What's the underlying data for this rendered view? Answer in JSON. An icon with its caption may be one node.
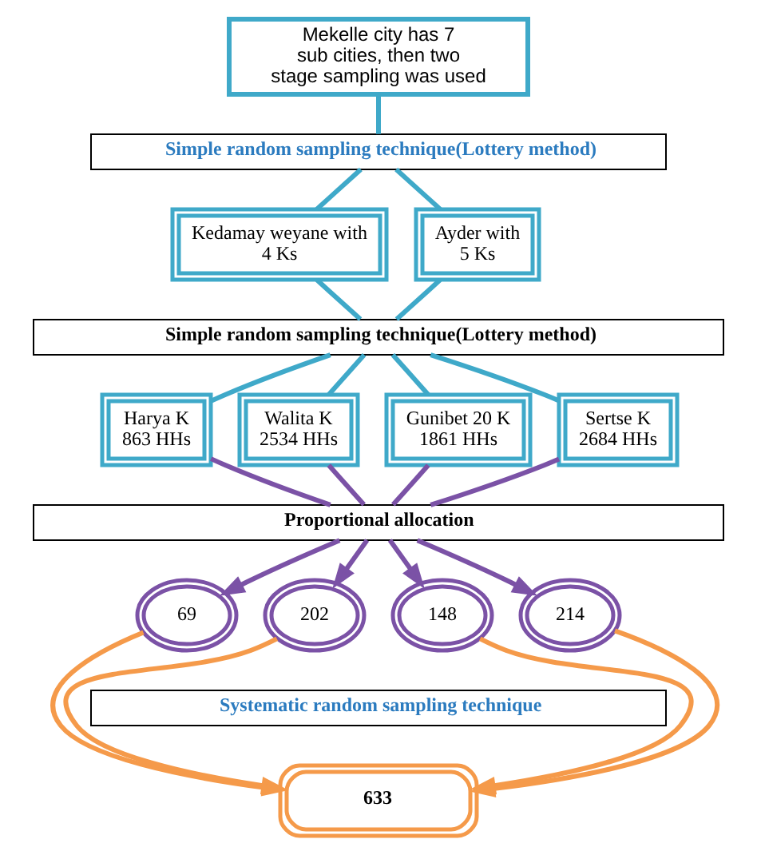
{
  "diagram": {
    "nodes": [
      {
        "text": [
          "Mekelle city has 7 sub cities, then two stage sampling was used"
        ]
      },
      {
        "text": [
          "Simple random sampling technique(Lottery method)"
        ]
      },
      {
        "text": [
          "Kedamay weyane with 4 Ks"
        ]
      },
      {
        "text": [
          "Ayder with 5 Ks"
        ]
      },
      {
        "text": [
          "Simple random sampling technique(Lottery method)"
        ]
      },
      {
        "text": [
          "Harya K 863 HHs"
        ]
      },
      {
        "text": [
          "Walita K 2534 HHs"
        ]
      },
      {
        "text": [
          "Gunibet 20 K 1861 HHs"
        ]
      },
      {
        "text": [
          "Sertse K 2684 HHs"
        ]
      },
      {
        "text": [
          "Proportional allocation"
        ]
      },
      {
        "text": [
          "69"
        ]
      },
      {
        "text": [
          "202"
        ]
      },
      {
        "text": [
          "148"
        ]
      },
      {
        "text": [
          "214"
        ]
      },
      {
        "text": [
          "Systematic random sampling technique"
        ]
      },
      {
        "text": [
          "633"
        ]
      }
    ],
    "edges": [
      {
        "from": 0,
        "to": 1,
        "arrow": "none"
      },
      {
        "from": 1,
        "to": 2,
        "arrow": "none"
      },
      {
        "from": 1,
        "to": 3,
        "arrow": "none"
      },
      {
        "from": 2,
        "to": 4,
        "arrow": "none"
      },
      {
        "from": 3,
        "to": 4,
        "arrow": "none"
      },
      {
        "from": 4,
        "to": 5,
        "arrow": "none"
      },
      {
        "from": 4,
        "to": 6,
        "arrow": "none"
      },
      {
        "from": 4,
        "to": 7,
        "arrow": "none"
      },
      {
        "from": 4,
        "to": 8,
        "arrow": "none"
      },
      {
        "from": 5,
        "to": 9,
        "arrow": "none",
        "color": "#7b52a6"
      },
      {
        "from": 6,
        "to": 9,
        "arrow": "none",
        "color": "#7b52a6"
      },
      {
        "from": 7,
        "to": 9,
        "arrow": "none",
        "color": "#7b52a6"
      },
      {
        "from": 8,
        "to": 9,
        "arrow": "none",
        "color": "#7b52a6"
      },
      {
        "from": 9,
        "to": 10,
        "arrow": "to",
        "color": "#7b52a6"
      },
      {
        "from": 9,
        "to": 11,
        "arrow": "to",
        "color": "#7b52a6"
      },
      {
        "from": 9,
        "to": 12,
        "arrow": "to",
        "color": "#7b52a6"
      },
      {
        "from": 9,
        "to": 13,
        "arrow": "to",
        "color": "#7b52a6"
      },
      {
        "from": 10,
        "to": 15,
        "arrow": "to",
        "color": "#f59a4a"
      },
      {
        "from": 11,
        "to": 15,
        "arrow": "to",
        "color": "#f59a4a"
      },
      {
        "from": 12,
        "to": 15,
        "arrow": "to",
        "color": "#f59a4a"
      },
      {
        "from": 13,
        "to": 15,
        "arrow": "to",
        "color": "#f59a4a"
      }
    ]
  }
}
